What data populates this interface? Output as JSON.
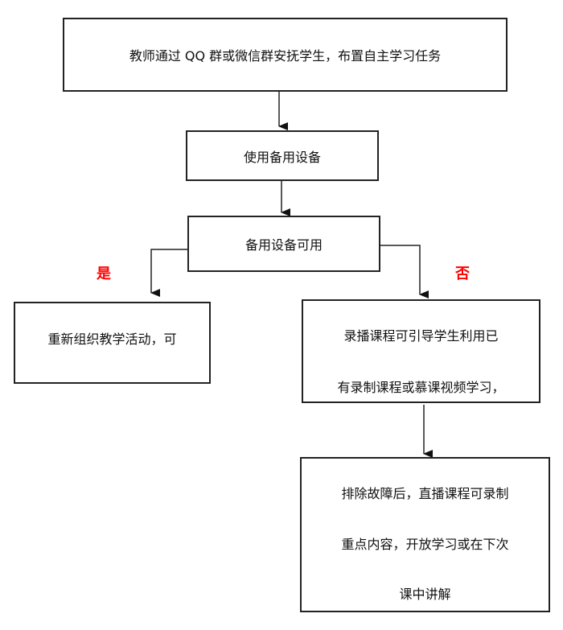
{
  "nodes": {
    "start": "教师通过 QQ 群或微信群安抚学生，布置自主学习任务",
    "backup": "使用备用设备",
    "decision": "备用设备可用",
    "yes_branch": "重新组织教学活动，可",
    "no_branch_lines": [
      "录播课程可引导学生利用已",
      "有录制课程或慕课视频学习，"
    ],
    "final_lines": [
      "排除故障后，直播课程可录制",
      "重点内容，开放学习或在下次",
      "课中讲解"
    ]
  },
  "labels": {
    "yes": "是",
    "no": "否"
  },
  "colors": {
    "label": "#ff0000",
    "stroke": "#222222"
  }
}
